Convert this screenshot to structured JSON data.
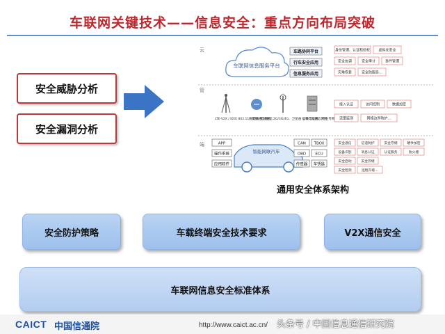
{
  "slide": {
    "title": "车联网关键技术——信息安全：重点方向布局突破",
    "analysis": [
      "安全威胁分析",
      "安全漏洞分析"
    ],
    "architecture": {
      "caption": "通用安全体系架构",
      "cloud_label": "车联网信息服务平台",
      "platform_boxes": [
        "车路协同平台",
        "行车安全应用",
        "信息服务应用"
      ],
      "cloud_grid": [
        [
          "身份管理、认证和授权",
          "虚拟化安全"
        ],
        [
          "安全协调",
          "安全审计",
          "事件管理"
        ],
        [
          "灾难恢复",
          "安全防服务…"
        ]
      ],
      "network_labels": [
        "LTE-V2X / IEEE 802.11P\n车联通信网络",
        "短距离\n无线通信",
        "2G/3G/4G、卫星通\n信等广域通信网络",
        "公共电信网、\n行业专网等"
      ],
      "network_grid": [
        [
          "接入认证",
          "访问控制",
          "数据加密"
        ],
        [
          "流量监测",
          "网络边界防护…"
        ]
      ],
      "vehicle_label": "智能网联汽车",
      "vehicle_left": [
        "APP",
        "操作系统",
        "应用软件"
      ],
      "vehicle_right": [
        [
          "CAN",
          "TBOX"
        ],
        [
          "OBD",
          "ECU"
        ],
        [
          "传感器",
          "车钥匙"
        ]
      ],
      "vehicle_grid": [
        [
          "安全通信",
          "信道防护",
          "安全存储",
          "硬件加密"
        ],
        [
          "设备识别",
          "消息认证",
          "认证服务",
          "防火墙"
        ],
        [
          "安全启动",
          "安全存储"
        ],
        [
          "安全检测",
          "远程升级…"
        ]
      ],
      "side_labels": [
        "云",
        "管",
        "端"
      ]
    },
    "pillars": [
      "安全防护策略",
      "车载终端安全技术要求",
      "V2X通信安全"
    ],
    "foundation": "车联网信息安全标准体系",
    "footer": {
      "logo_text": "CAICT",
      "logo_cn": "中国信通院",
      "url": "http://www.caict.ac.cn/",
      "watermark": "头条号 / 中国信息通信研究院"
    },
    "colors": {
      "title_red": "#c0272d",
      "arrow_blue": "#3b74c4",
      "pill_blue": "#a9c9f0",
      "brand_blue": "#1d4f9c"
    }
  }
}
